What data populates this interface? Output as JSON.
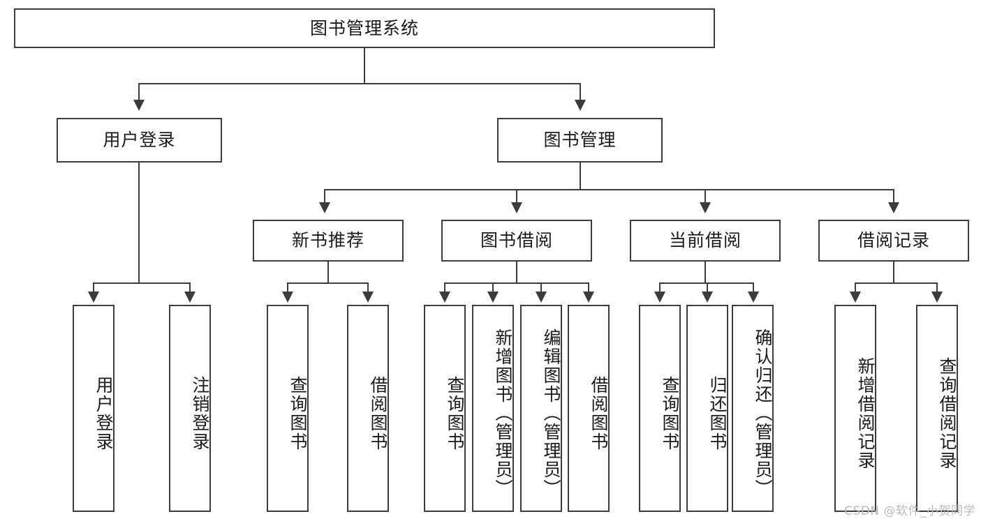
{
  "diagram": {
    "title": "图书管理系统",
    "root": {
      "label": "图书管理系统"
    },
    "level1": [
      {
        "label": "用户登录"
      },
      {
        "label": "图书管理"
      }
    ],
    "level2": [
      {
        "label": "新书推荐"
      },
      {
        "label": "图书借阅"
      },
      {
        "label": "当前借阅"
      },
      {
        "label": "借阅记录"
      }
    ],
    "leaves": {
      "user_login": [
        {
          "label": "用户登录"
        },
        {
          "label": "注销登录"
        }
      ],
      "new_book": [
        {
          "label": "查询图书"
        },
        {
          "label": "借阅图书"
        }
      ],
      "book_borrow": [
        {
          "label": "查询图书"
        },
        {
          "label": "新增图书（管理员）"
        },
        {
          "label": "编辑图书（管理员）"
        },
        {
          "label": "借阅图书"
        }
      ],
      "current_borrow": [
        {
          "label": "查询图书"
        },
        {
          "label": "归还图书"
        },
        {
          "label": "确认归还（管理员）"
        }
      ],
      "borrow_record": [
        {
          "label": "新增借阅记录"
        },
        {
          "label": "查询借阅记录"
        }
      ]
    }
  },
  "watermark": {
    "text": "CSDN @软件_小贺同学"
  },
  "colors": {
    "stroke": "#3b3b3b",
    "text": "#1a1a1a",
    "background": "#ffffff",
    "watermark": "#b9b9b9"
  }
}
